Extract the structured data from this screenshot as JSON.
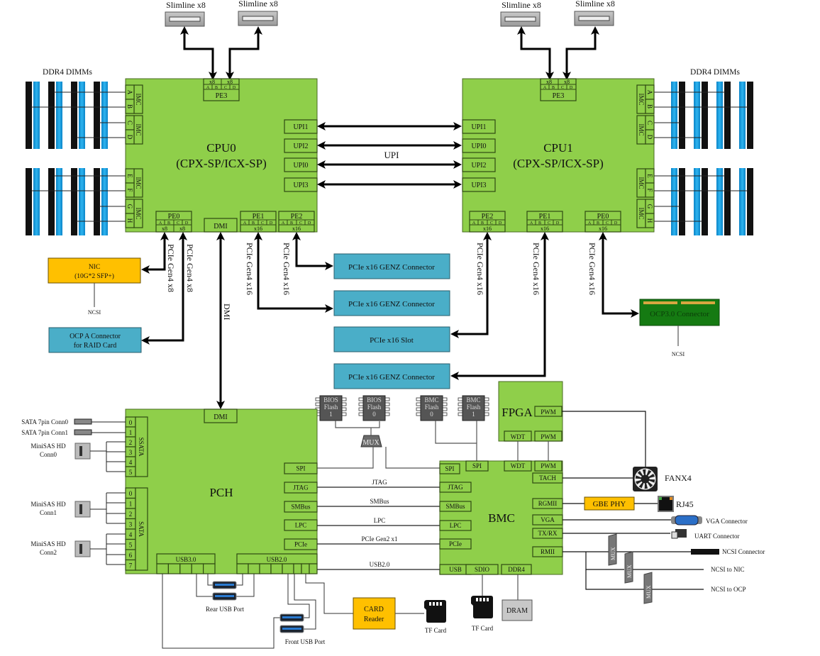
{
  "colors": {
    "chip_green": "#8fcf4a",
    "connector_teal": "#4aaec8",
    "amber": "#ffc000",
    "ocp_green": "#157a12",
    "dimm_blue": "#1a9ee0",
    "dimm_black": "#111111",
    "flash_gray": "#555555",
    "dram_gray": "#c8c8c8"
  },
  "slimline": {
    "left_a": "Slimline x8",
    "left_b": "Slimline x8",
    "right_a": "Slimline x8",
    "right_b": "Slimline x8"
  },
  "dimms": {
    "left_title": "DDR4 DIMMs",
    "right_title": "DDR4 DIMMs"
  },
  "cpu0": {
    "name": "CPU0",
    "model": "(CPX-SP/ICX-SP)",
    "imc": "IMC",
    "channels": [
      "A",
      "B",
      "C",
      "D",
      "E",
      "F",
      "G",
      "H"
    ],
    "pe3": {
      "label": "PE3",
      "widths": [
        "x8",
        "x8"
      ],
      "lanes": [
        "A",
        "B",
        "C",
        "D"
      ]
    },
    "upi": [
      "UPI1",
      "UPI2",
      "UPI0",
      "UPI3"
    ],
    "pe0": {
      "label": "PE0",
      "widths": [
        "x8",
        "x8"
      ],
      "lanes": [
        "A",
        "B",
        "C",
        "D"
      ]
    },
    "dmi": "DMI",
    "pe1": {
      "label": "PE1",
      "width": "x16",
      "lanes": [
        "A",
        "B",
        "C",
        "D"
      ]
    },
    "pe2": {
      "label": "PE2",
      "width": "x16",
      "lanes": [
        "A",
        "B",
        "C",
        "D"
      ]
    }
  },
  "cpu1": {
    "name": "CPU1",
    "model": "(CPX-SP/ICX-SP)",
    "imc": "IMC",
    "channels": [
      "A",
      "B",
      "C",
      "D",
      "E",
      "F",
      "G",
      "H"
    ],
    "pe3": {
      "label": "PE3",
      "widths": [
        "x8",
        "x8"
      ],
      "lanes": [
        "A",
        "B",
        "C",
        "D"
      ]
    },
    "upi": [
      "UPI1",
      "UPI0",
      "UPI2",
      "UPI3"
    ],
    "pe2": {
      "label": "PE2",
      "width": "x16",
      "lanes": [
        "A",
        "B",
        "C",
        "D"
      ]
    },
    "pe1": {
      "label": "PE1",
      "width": "x16",
      "lanes": [
        "A",
        "B",
        "C",
        "D"
      ]
    },
    "pe0": {
      "label": "PE0",
      "width": "x16",
      "lanes": [
        "A",
        "B",
        "C",
        "D"
      ]
    }
  },
  "upi_label": "UPI",
  "links": {
    "pcie_gen4_x8_a": "PCIe Gen4 x8",
    "pcie_gen4_x8_b": "PCIe Gen4 x8",
    "dmi": "DMI",
    "pcie_gen4_x16_cpu0_pe1": "PCIe Gen4 x16",
    "pcie_gen4_x16_cpu0_pe2": "PCIe Gen4 x16",
    "pcie_gen4_x16_cpu1_pe2": "PCIe Gen4 x16",
    "pcie_gen4_x16_cpu1_pe1": "PCIe Gen4 x16",
    "pcie_gen4_x16_cpu1_pe0": "PCIe Gen4 x16"
  },
  "nic": {
    "line1": "NIC",
    "line2": "(10G*2 SFP+)",
    "ncsi": "NCSI"
  },
  "ocp_a": {
    "line1": "OCP A Connector",
    "line2": "for RAID Card"
  },
  "pcie_connectors": [
    "PCIe x16 GENZ Connector",
    "PCIe x16 GENZ Connector",
    "PCIe x16 Slot",
    "PCIe x16 GENZ Connector"
  ],
  "ocp3": {
    "label": "OCP3.0 Connector",
    "ncsi": "NCSI"
  },
  "flash": {
    "bios1": [
      "BIOS",
      "Flash",
      "1"
    ],
    "bios0": [
      "BIOS",
      "Flash",
      "0"
    ],
    "bmc0": [
      "BMC",
      "Flash",
      "0"
    ],
    "bmc1": [
      "BMC",
      "Flash",
      "1"
    ],
    "mux": "MUX"
  },
  "fpga": {
    "name": "FPGA",
    "pwm_top": "PWM",
    "wdt": "WDT",
    "pwm_bottom": "PWM"
  },
  "pch": {
    "name": "PCH",
    "dmi": "DMI",
    "ssata_label": "SSATA",
    "ssata_ports": [
      "0",
      "1",
      "2",
      "3",
      "4",
      "5"
    ],
    "sata_label": "SATA",
    "sata_ports": [
      "0",
      "1",
      "2",
      "3",
      "4",
      "5",
      "6",
      "7"
    ],
    "right_ports": [
      "SPI",
      "JTAG",
      "SMBus",
      "LPC",
      "PCIe"
    ],
    "usb3": "USB3.0",
    "usb2": "USB2.0"
  },
  "storage": {
    "sata0": "SATA 7pin Conn0",
    "sata1": "SATA 7pin Conn1",
    "minisas0": [
      "MiniSAS HD",
      "Conn0"
    ],
    "minisas1": [
      "MiniSAS HD",
      "Conn1"
    ],
    "minisas2": [
      "MiniSAS HD",
      "Conn2"
    ]
  },
  "bus_labels": [
    "JTAG",
    "SMBus",
    "LPC",
    "PCIe Gen2 x1",
    "USB2.0"
  ],
  "bmc": {
    "name": "BMC",
    "top_ports": [
      "SPI",
      "WDT",
      "PWM"
    ],
    "left_ports": [
      "SPI",
      "JTAG",
      "SMBus",
      "LPC",
      "PCIe",
      "USB"
    ],
    "right_ports": [
      "TACH",
      "RGMII",
      "VGA",
      "TX/RX",
      "RMII"
    ],
    "bottom_ports": [
      "SDIO",
      "DDR4"
    ]
  },
  "peripherals": {
    "fan": "FANX4",
    "gbe_phy": "GBE PHY",
    "rj45": "RJ45",
    "vga": "VGA Connector",
    "uart": "UART Connector",
    "ncsi_conn": "NCSI Connector",
    "ncsi_nic": "NCSI to NIC",
    "ncsi_ocp": "NCSI to OCP",
    "mux": "MUX",
    "rear_usb": "Rear USB Port",
    "front_usb": "Front USB Port",
    "card_reader": [
      "CARD",
      "Reader"
    ],
    "tf_card_a": "TF Card",
    "tf_card_b": "TF Card",
    "dram": "DRAM"
  }
}
